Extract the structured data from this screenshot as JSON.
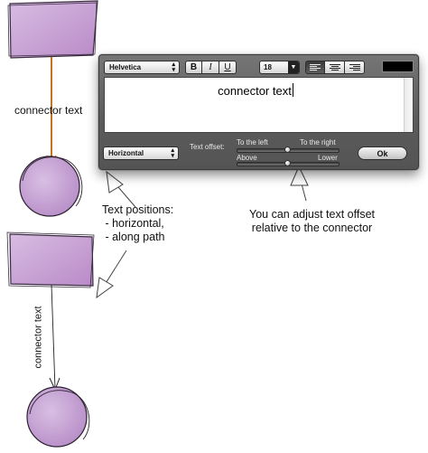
{
  "callouts": {
    "horizontal_connector_text": "connector text",
    "vertical_connector_text": "connector text",
    "text_positions": "Text positions:\n - horizontal,\n - along path",
    "offset_note": "You can adjust text offset\nrelative to the connector"
  },
  "panel": {
    "font_select_value": "Helvetica",
    "bold_label": "B",
    "italic_label": "I",
    "underline_label": "U",
    "font_size_value": "18",
    "text_value": "connector text",
    "orientation_select_value": "Horizontal",
    "text_offset_label": "Text offset:",
    "to_the_left_label": "To the left",
    "to_the_right_label": "To the right",
    "above_label": "Above",
    "lower_label": "Lower",
    "ok_label": "Ok",
    "horizontal_offset": 0.5,
    "vertical_offset": 0.5,
    "text_color": "#000000"
  },
  "colors": {
    "shape_fill": "#c7a2d3",
    "shape_stroke": "#3a2c40",
    "connector_highlight": "#f28c1e"
  }
}
